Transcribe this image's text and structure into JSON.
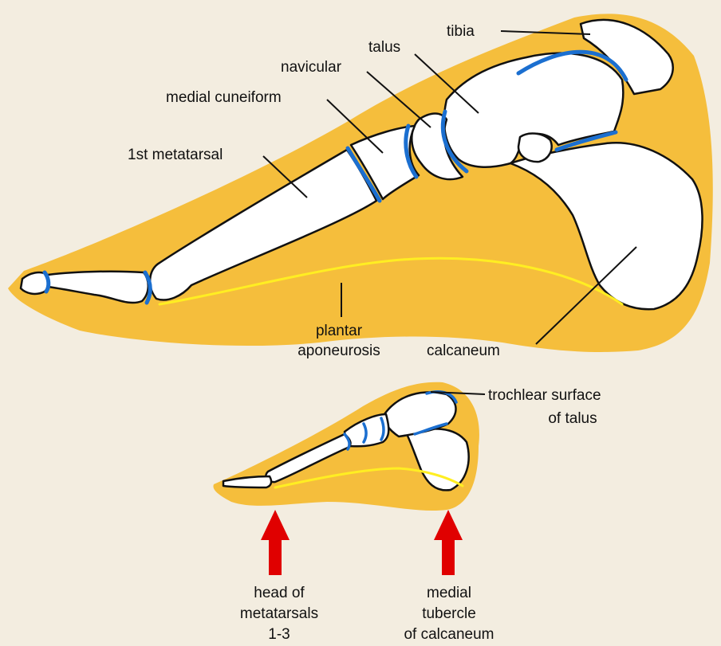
{
  "labels": {
    "tibia": "tibia",
    "talus": "talus",
    "navicular": "navicular",
    "medial_cuneiform": "medial cuneiform",
    "first_metatarsal": "1st metatarsal",
    "plantar_line1": "plantar",
    "plantar_line2": "aponeurosis",
    "calcaneum": "calcaneum",
    "trochlear_line1": "trochlear surface",
    "trochlear_line2": "of talus",
    "head_line1": "head of",
    "head_line2": "metatarsals",
    "head_line3": "1-3",
    "tubercle_line1": "medial",
    "tubercle_line2": "tubercle",
    "tubercle_line3": "of calcaneum"
  },
  "colors": {
    "background": "#f3ede0",
    "foot_fill": "#f5be3c",
    "bone_fill": "#ffffff",
    "joint_blue": "#1b6fd0",
    "aponeurosis_yellow": "#ffee22",
    "arrow_red": "#e00000",
    "outline": "#111111"
  }
}
